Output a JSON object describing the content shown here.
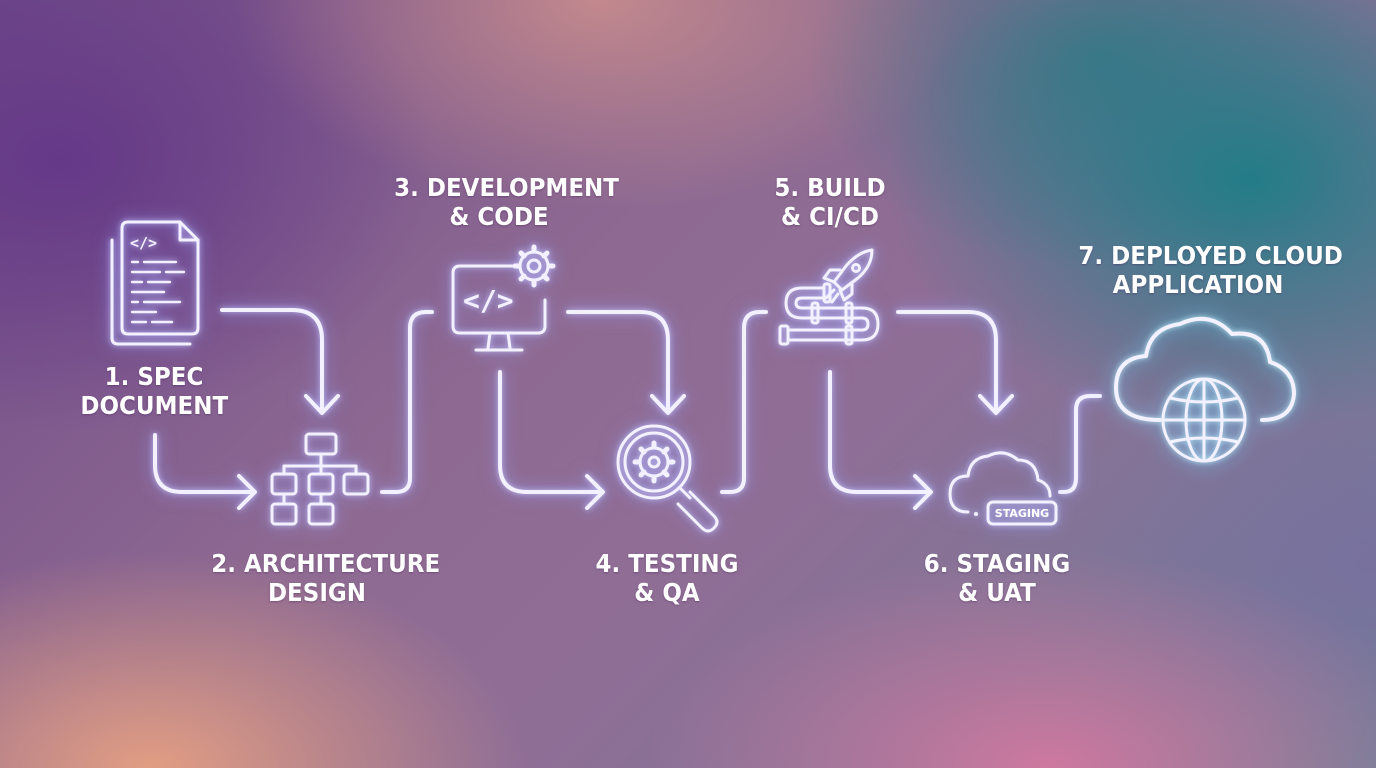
{
  "diagram": {
    "steps": [
      {
        "id": "spec-document",
        "line1": "1. SPEC",
        "line2": "DOCUMENT",
        "icon": "document-code-icon"
      },
      {
        "id": "architecture-design",
        "line1": "2. ARCHITECTURE",
        "line2": "DESIGN",
        "icon": "hierarchy-icon"
      },
      {
        "id": "development-code",
        "line1": "3. DEVELOPMENT",
        "line2": "& CODE",
        "icon": "monitor-code-gear-icon"
      },
      {
        "id": "testing-qa",
        "line1": "4. TESTING",
        "line2": "& QA",
        "icon": "magnifier-gear-icon"
      },
      {
        "id": "build-cicd",
        "line1": "5. BUILD",
        "line2": "& CI/CD",
        "icon": "rocket-pipeline-icon"
      },
      {
        "id": "staging-uat",
        "line1": "6. STAGING",
        "line2": "& UAT",
        "icon": "cloud-staging-icon"
      },
      {
        "id": "deployed-cloud",
        "line1": "7. DEPLOYED CLOUD",
        "line2": "APPLICATION",
        "icon": "cloud-globe-icon"
      }
    ],
    "staging_badge": "STAGING",
    "code_glyph": "</>",
    "colors": {
      "stroke": "#f3f1ff",
      "glow": "#a8b0ff",
      "cloud_glow": "#8fd8ff"
    }
  }
}
